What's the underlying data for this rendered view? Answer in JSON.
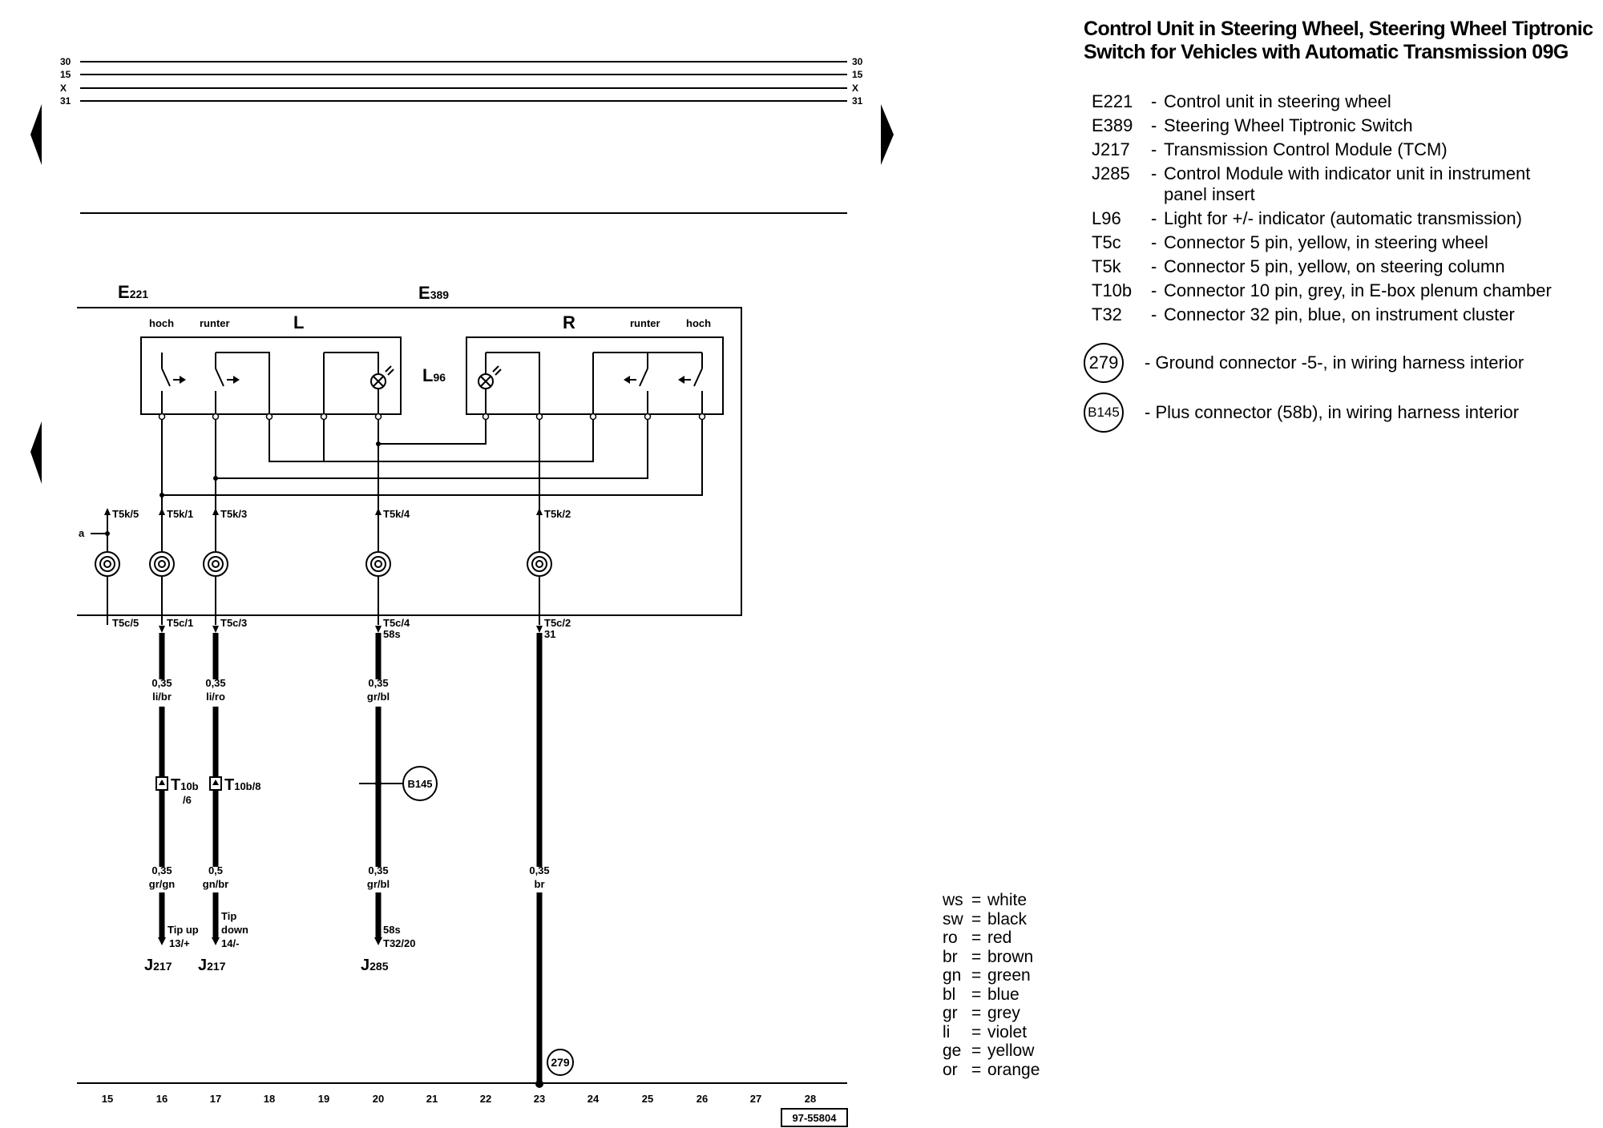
{
  "title": "Control Unit in Steering Wheel, Steering Wheel Tip­tronic Switch for Vehicles with Automatic Transmis­sion 09G",
  "components": [
    {
      "code": "E221",
      "desc": "Control unit in steering wheel"
    },
    {
      "code": "E389",
      "desc": "Steering Wheel Tiptronic Switch"
    },
    {
      "code": "J217",
      "desc": "Transmission Control Module (TCM)"
    },
    {
      "code": "J285",
      "desc": "Control Module with indicator unit in instrument panel insert"
    },
    {
      "code": "L96",
      "desc": "Light for +/- indicator (automatic transmission)"
    },
    {
      "code": "T5c",
      "desc": "Connector 5 pin, yellow, in steering wheel"
    },
    {
      "code": "T5k",
      "desc": "Connector 5 pin, yellow, on steering column"
    },
    {
      "code": "T10b",
      "desc": "Connector 10 pin, grey, in E-box plenum chamber"
    },
    {
      "code": "T32",
      "desc": "Connector 32 pin, blue, on instrument cluster"
    }
  ],
  "ground_points": [
    {
      "label": "279",
      "desc": "Ground connector -5-, in wiring harness interior"
    },
    {
      "label": "B145",
      "desc": "Plus connector (58b), in wiring harness interior"
    }
  ],
  "colors": [
    {
      "abbr": "ws",
      "name": "white"
    },
    {
      "abbr": "sw",
      "name": "black"
    },
    {
      "abbr": "ro",
      "name": "red"
    },
    {
      "abbr": "br",
      "name": "brown"
    },
    {
      "abbr": "gn",
      "name": "green"
    },
    {
      "abbr": "bl",
      "name": "blue"
    },
    {
      "abbr": "gr",
      "name": "grey"
    },
    {
      "abbr": "li",
      "name": "violet"
    },
    {
      "abbr": "ge",
      "name": "yellow"
    },
    {
      "abbr": "or",
      "name": "orange"
    }
  ],
  "diagram": {
    "rails": [
      "30",
      "15",
      "X",
      "31"
    ],
    "unit_e221": "E",
    "unit_e221_sub": "221",
    "unit_e389": "E",
    "unit_e389_sub": "389",
    "switch_l": "L",
    "switch_r": "R",
    "hoch": "hoch",
    "runter": "runter",
    "l96": "L",
    "l96_sub": "96",
    "a_label": "a",
    "t5k": [
      "T5k/5",
      "T5k/1",
      "T5k/3",
      "T5k/4",
      "T5k/2"
    ],
    "t5c": [
      "T5c/5",
      "T5c/1",
      "T5c/3",
      "T5c/4",
      "T5c/2"
    ],
    "t5c4_sub": "58s",
    "t5c2_sub": "31",
    "wire_upper": [
      {
        "size": "0,35",
        "color": "li/br"
      },
      {
        "size": "0,35",
        "color": "li/ro"
      },
      {
        "size": "0,35",
        "color": "gr/bl"
      }
    ],
    "t10b_6": "T",
    "t10b_6_sub": "10b",
    "t10b_6_pin": "/6",
    "t10b_8": "T",
    "t10b_8_sub": "10b/8",
    "b145": "B145",
    "wire_lower": [
      {
        "size": "0,35",
        "color": "gr/gn"
      },
      {
        "size": "0,5",
        "color": "gn/br"
      },
      {
        "size": "0,35",
        "color": "gr/bl"
      },
      {
        "size": "0,35",
        "color": "br"
      }
    ],
    "tip_up": "Tip up",
    "tip_up_pin": "13/+",
    "tip_down_1": "Tip",
    "tip_down_2": "down",
    "tip_down_pin": "14/-",
    "s58": "58s",
    "t32_pin": "T32/20",
    "j217": "J",
    "j217_sub": "217",
    "j285": "J",
    "j285_sub": "285",
    "ground_279": "279",
    "columns": [
      "15",
      "16",
      "17",
      "18",
      "19",
      "20",
      "21",
      "22",
      "23",
      "24",
      "25",
      "26",
      "27",
      "28"
    ],
    "figure_no": "97-55804"
  }
}
